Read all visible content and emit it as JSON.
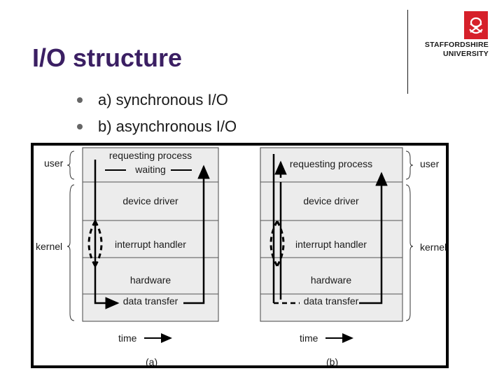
{
  "slide": {
    "title": "I/O structure",
    "bullets": [
      "a) synchronous I/O",
      "b) asynchronous I/O"
    ]
  },
  "logo": {
    "line1": "STAFFORDSHIRE",
    "line2": "UNIVERSITY",
    "mark_color": "#d6202a",
    "icon": "staffordshire-knot-icon"
  },
  "colors": {
    "title": "#3b1f63",
    "box_fill": "#ececec",
    "line": "#000000"
  },
  "diagram": {
    "a": {
      "layers": [
        "requesting process",
        "waiting",
        "device driver",
        "interrupt handler",
        "hardware",
        "data transfer"
      ],
      "side_labels": [
        "user",
        "kernel"
      ],
      "time": "time",
      "caption": "(a)"
    },
    "b": {
      "layers": [
        "requesting process",
        "device driver",
        "interrupt handler",
        "hardware",
        "data transfer"
      ],
      "side_labels": [
        "user",
        "kernel"
      ],
      "time": "time",
      "caption": "(b)"
    }
  }
}
